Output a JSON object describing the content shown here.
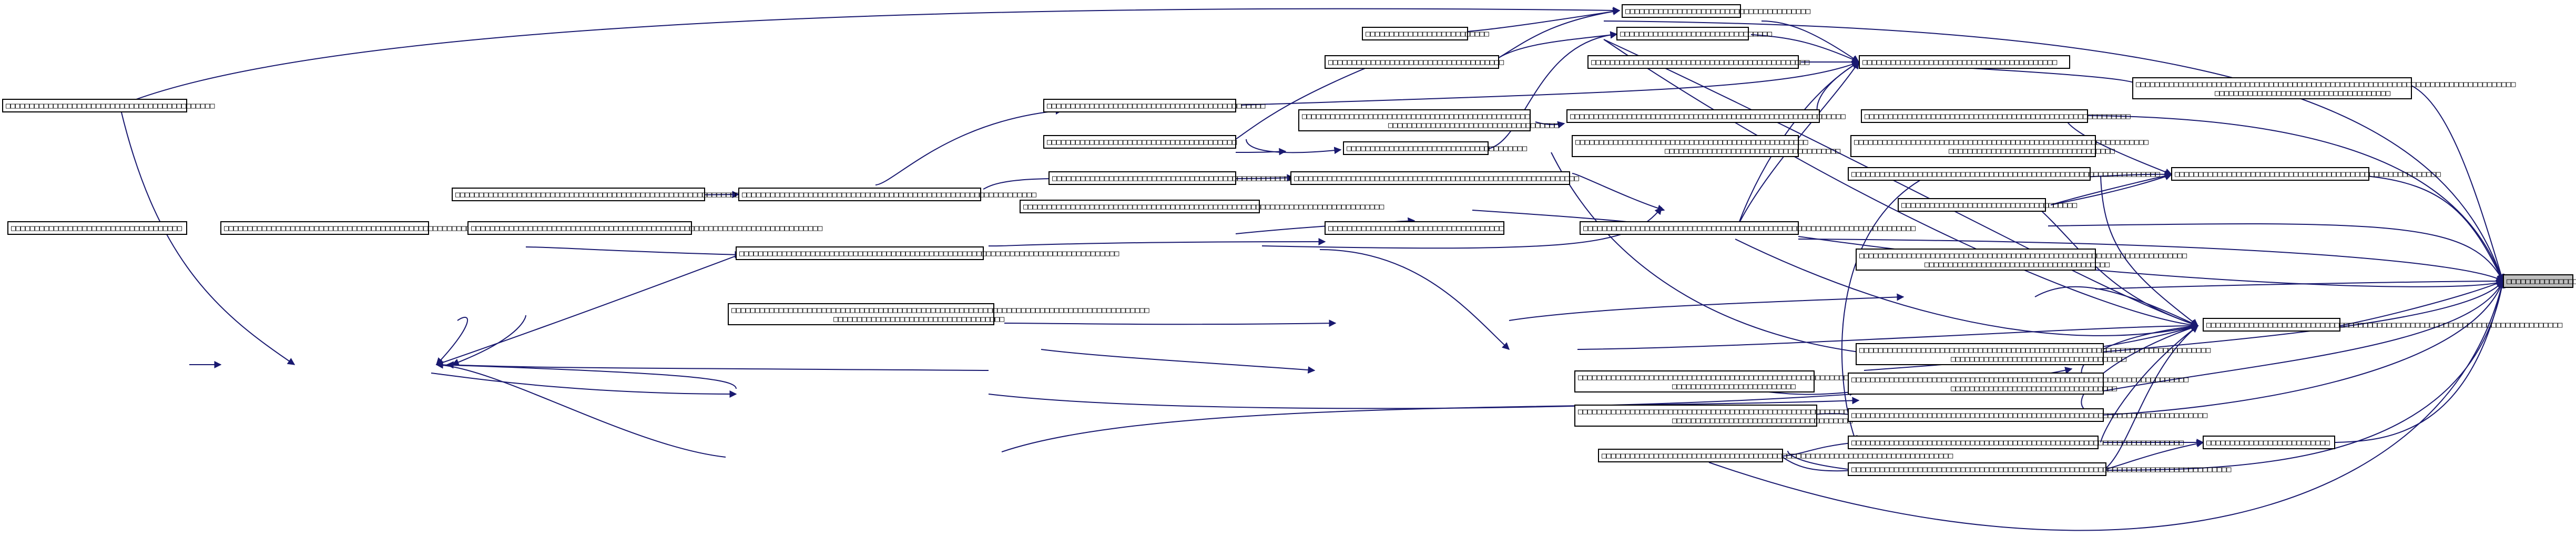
{
  "diagram": {
    "type": "caller-graph",
    "colors": {
      "edge": "#191970",
      "box_border": "#000000",
      "root_fill": "#bfbfbf",
      "box_fill": "#ffffff"
    },
    "nodes": [
      {
        "id": "root",
        "label": "□□□□□□□□□□□□□□□□□□□□□□",
        "root": true
      },
      {
        "id": "n01",
        "label": "□□□□□□□□□□□□□□□□□□□□□□□□□□□□□□□□□□□□□□□"
      },
      {
        "id": "n02",
        "label": "□□□□□□□□□□□□□□□□□□□□□□□□□□□□□□□□□□□□□□"
      },
      {
        "id": "n03",
        "label": "□□□□□□□□□□□□□□□□□□□□□□□□□□□□□□□□□□□□□"
      },
      {
        "id": "n04",
        "label": "□□□□□□□□□□□□□□□□□□□□□□□□□□□□□□□□□□□□"
      },
      {
        "id": "n05",
        "label": "□□□□□□□□□□□□□□□□□□□□□□□□□□□□□□□□□□□"
      },
      {
        "id": "n06",
        "label": "□□□□□□□□□□□□□□□□□□□□□□□□□□□□□□□□□□□□□"
      },
      {
        "id": "n07",
        "label": "□□□□□□□□□□□□□□□□□□□□□□□□□□□□□□□□□□□□□"
      },
      {
        "id": "n08",
        "label": "□□□□□□□□□□□□□□□□□□□□□□□□□□□□□□□□□□□□□"
      },
      {
        "id": "n09",
        "label": "□□□□□□□□□□□□□□□□□□□□□□□□□□□□□□□□□□□□□"
      },
      {
        "id": "n10",
        "label": "□□□□□□□□□□□□□□□□□□□□□□□□□□□□□□□□□□□□"
      },
      {
        "id": "n11",
        "label": "□□□□□□□□□□□□□□□□□□□□□□□□□□"
      },
      {
        "id": "n12",
        "label": "□□□□□□□□□□□□□□□□□□□□□□□□□□□□□□□□"
      },
      {
        "id": "n13",
        "label": "□□□□□□□□□□□□□□□□□□□□□□□□□□□□□□□□□□□□□□□□□"
      },
      {
        "id": "n14",
        "label": "□□□□□□□□□□□□□□□□□□□□□□□□□□□□□□□□□□□□□□□□□□□□□□"
      },
      {
        "id": "n15",
        "label": "□□□□□□□□□□□□□□□□□□□□□□□□□□□□□□□□□□□□□□□□□□□□"
      },
      {
        "id": "n16",
        "label": "□□□□□□□□□□□□□□□□□□□□□□□□□□□□□□□□□□□□□□□□□□□□□□"
      },
      {
        "id": "n17",
        "label": "□□□□□□□□□□□□□□□□□□□□□□□□□□□□□□□□□□□□□□□□□□□□□□□□□□□□□□□□"
      },
      {
        "id": "n18",
        "label": "□□□□□□□□□□□□□□□□□□□□□□□□□□□□□□□□□□□□□□□□□□□□□□□□"
      },
      {
        "id": "n19",
        "label": "□□□□□□□□□□□□□□□□□□□□□□□□□□□□□□□□□□□□□□□□□□□□□□□□□"
      },
      {
        "id": "n20",
        "label": "□□□□□□□□□□□□□□□□□□□□□□□□□□□□□□□□□□□□□□□□"
      },
      {
        "id": "n21",
        "label": "□□□□□□□□□□□□□□□□□□□□□□□□□□□□□□□□□□□□□□□□□□□□□□□□□□□□□□□□□□□□□□"
      },
      {
        "id": "n22",
        "label": "□□□□□□□□□□□□□□□□□□□□□□□□□□□□□□□□□□□□□□□□□□□□□□□□□□□□□□□□□□□□□□□□□"
      },
      {
        "id": "n23",
        "label": "□□□□□□□□□□□□□□□□□□□□□□□□□□□□□□□□□□□□□□□□□□□□□□□□□□□□□□□□□□"
      },
      {
        "id": "n24",
        "label": "□□□□□□□□□□□□□□□□□□□□□□□□□□□□□□□□□□□□□□□□□□□□□□□□□□□□□□□□"
      },
      {
        "id": "n25",
        "label": "□□□□□□□□□□□□□□□□□□□□□□□□□□□□□□□□□□□□□□□□□□□□□□□□□□□□"
      },
      {
        "id": "n26",
        "label": "□□□□□□□□□□□□□□□□□□□□□□□□□□□□□□□□□□□□□□□□□□□□□□□□□□□□□□□□□□□□"
      },
      {
        "id": "n27",
        "label": "□□□□□□□□□□□□□□□□□□□□□□□□□□□□□□□□□□□□□□□□□□□□□□□□□□□□□□□□□□□□□□□□"
      },
      {
        "id": "n28",
        "label": "□□□□□□□□□□□□□□□□□□□□□□□□□□□□□□□□□□□□□□□□□□□□□□□□□□□□□□□□□□□□□□"
      },
      {
        "id": "n29",
        "label": "□□□□□□□□□□□□□□□□□□□□□□□□□□□□□□□□□□□□□□□□□□□□□□□□□□□□□□□□□□□□□□□□□□□□□□□□□□□□□□□□"
      },
      {
        "id": "n30",
        "label": "□□□□□□□□□□□□□□□□□□□□□□□□□□□□□□□□□□□□□□□□□□□□□□□□□□□□□□□□□□□□□□□□□□□□□□□□□□□□"
      },
      {
        "id": "n31",
        "label": "□□□□□□□□□□□□□□□□□□□□□□□□□□□□□□□□□□□□□□□□□□□□□□□□□□□□□□□□□□□□□□□□□□□□□□□□□□□□□□□□□□"
      },
      {
        "id": "n32",
        "label": "□□□□□□□□□□□□□□□□□□□□□□□□□□□□□□□□□□□□□□□□□□□□□□□□□□□□□□□□□□□□□□□□□□□□□□□□□□"
      },
      {
        "id": "n33",
        "label": "□□□□□□□□□□□□□□□□□□□□□□□□□□□□□□□□□□□□□□□□□□□□□□□□□□□□□□□□□□□□□□□□□□□□□□"
      },
      {
        "id": "n34",
        "label": "□□□□□□□□□□□□□□□□□□□□□□□□□□□□□□□□□□□□□□□□□□□□□□□□□□□□□□□□□□□□□□□□□□□□□□□□□□□□□□□□"
      },
      {
        "id": "n35",
        "label": "□□□□□□□□□□□□□□□□□□□□□□□□□□□□□□□□□□□□□□□□□□□□□□□□□□□□□□□□□□□□□□□□□□□□□"
      },
      {
        "id": "n36",
        "label": "□□□□□□□□□□□□□□□□□□□□□□□□□□□□□□□□□□□□□□□□□□□□□□□□□□□□□□□□□□□□□□□□□□□□□□□□□□□"
      },
      {
        "id": "n37",
        "label": "□□□□□□□□□□□□□□□□□□□□□□□□□□□□□□□□□□□□□□□□□□□□□□□□□□□□□□□□□□□□□□□□□□□□□□□□□□□□□□□□□□□□□□□□"
      },
      {
        "id": "n38",
        "label": "□□□□□□□□□□□□□□□□□□□□□□□□□□□□□□□□□□□□□□□□□□□□□□□□□□□□□□□□□□□□□□□□□□□□□□□□□□"
      },
      {
        "id": "n39",
        "label": "□□□□□□□□□□□□□□□□□□□□□□□□□□□□□□□□□□□□□□□□□□□□□□□□□□□□□□□□□□□□□□□□□□"
      },
      {
        "id": "n40",
        "label": "□□□□□□□□□□□□□□□□□□□□□□□□□□□□□□□□□□□□□□□□□□□□□□□□□□□□□□□□□□□□□□□□□□□□□□□"
      }
    ]
  }
}
